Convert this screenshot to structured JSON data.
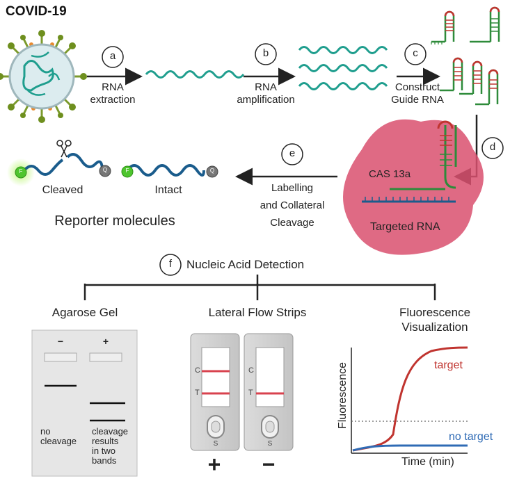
{
  "title": "COVID-19",
  "steps": {
    "a": {
      "letter": "a",
      "line1": "RNA",
      "line2": "extraction"
    },
    "b": {
      "letter": "b",
      "line1": "RNA",
      "line2": "amplification"
    },
    "c": {
      "letter": "c",
      "line1": "Construct",
      "line2": "Guide RNA"
    },
    "d": {
      "letter": "d"
    },
    "e": {
      "letter": "e",
      "line1": "Labelling",
      "line2": "and Collateral",
      "line3": "Cleavage"
    },
    "f": {
      "letter": "f",
      "label": "Nucleic Acid Detection"
    }
  },
  "cas": {
    "label": "CAS 13a",
    "target_label": "Targeted RNA"
  },
  "reporter": {
    "cleaved": "Cleaved",
    "intact": "Intact",
    "title": "Reporter molecules",
    "f_mark": "F",
    "q_mark": "Q"
  },
  "detection": {
    "gel": {
      "title": "Agarose Gel",
      "minus": "−",
      "plus": "+",
      "left_l1": "no",
      "left_l2": "cleavage",
      "right_l1": "cleavage",
      "right_l2": "results",
      "right_l3": "in two",
      "right_l4": "bands"
    },
    "strips": {
      "title": "Lateral Flow Strips",
      "c": "C",
      "t": "T",
      "s": "S",
      "pos_sign": "+",
      "neg_sign": "−"
    },
    "fluor": {
      "title_l1": "Fluorescence",
      "title_l2": "Visualization",
      "ylabel": "Fluorescence",
      "xlabel": "Time (min)",
      "target": "target",
      "no_target": "no target"
    }
  },
  "colors": {
    "wave": "#1f9e8e",
    "dna_blue": "#1a5c8c",
    "cas_pink": "#d9506e",
    "target_line": "#c0342f",
    "no_target_line": "#2f6bb5",
    "strip_red": "#d8424e"
  }
}
